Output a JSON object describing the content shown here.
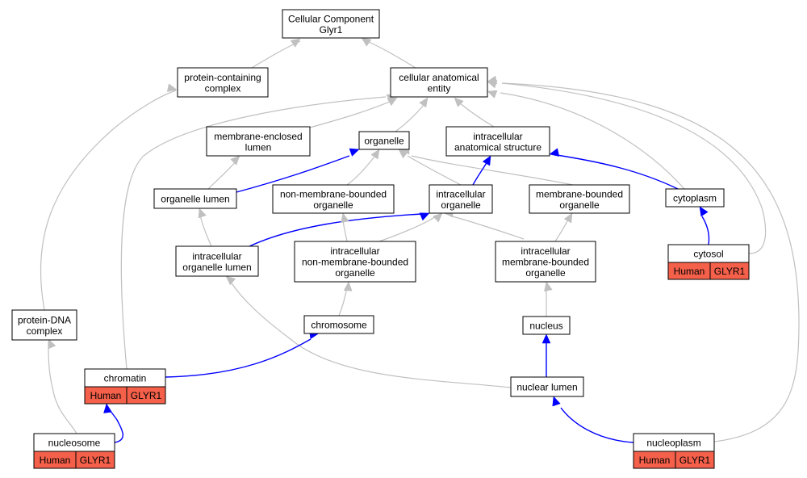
{
  "colors": {
    "is_a_edge": "#c0c0c0",
    "part_of_edge": "#0000ff",
    "annotation_fill": "#f4604a",
    "node_fill": "#ffffff",
    "node_stroke": "#000000"
  },
  "nodes": {
    "root": [
      "Cellular Component",
      "Glyr1"
    ],
    "protein_containing_complex": [
      "protein-containing",
      "complex"
    ],
    "cellular_anatomical_entity": [
      "cellular anatomical",
      "entity"
    ],
    "membrane_enclosed_lumen": [
      "membrane-enclosed",
      "lumen"
    ],
    "organelle": [
      "organelle"
    ],
    "intracellular_anatomical_structure": [
      "intracellular",
      "anatomical structure"
    ],
    "organelle_lumen": [
      "organelle lumen"
    ],
    "non_membrane_bounded_organelle": [
      "non-membrane-bounded",
      "organelle"
    ],
    "intracellular_organelle": [
      "intracellular",
      "organelle"
    ],
    "membrane_bounded_organelle": [
      "membrane-bounded",
      "organelle"
    ],
    "cytoplasm": [
      "cytoplasm"
    ],
    "intracellular_organelle_lumen": [
      "intracellular",
      "organelle lumen"
    ],
    "intracellular_non_membrane_bounded_organelle": [
      "intracellular",
      "non-membrane-bounded",
      "organelle"
    ],
    "intracellular_membrane_bounded_organelle": [
      "intracellular",
      "membrane-bounded",
      "organelle"
    ],
    "cytosol": [
      "cytosol"
    ],
    "protein_dna_complex": [
      "protein-DNA",
      "complex"
    ],
    "chromosome": [
      "chromosome"
    ],
    "nucleus": [
      "nucleus"
    ],
    "chromatin": [
      "chromatin"
    ],
    "nuclear_lumen": [
      "nuclear lumen"
    ],
    "nucleosome": [
      "nucleosome"
    ],
    "nucleoplasm": [
      "nucleoplasm"
    ]
  },
  "annotations": {
    "cytosol": [
      "Human",
      "GLYR1"
    ],
    "chromatin": [
      "Human",
      "GLYR1"
    ],
    "nucleosome": [
      "Human",
      "GLYR1"
    ],
    "nucleoplasm": [
      "Human",
      "GLYR1"
    ]
  }
}
